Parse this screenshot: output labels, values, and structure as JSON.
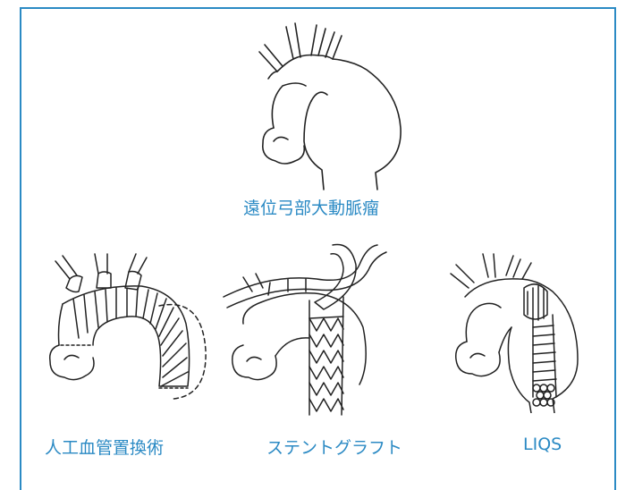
{
  "figure": {
    "top": {
      "caption": "遠位弓部大動脈瘤"
    },
    "bottom": [
      {
        "caption": "人工血管置換術"
      },
      {
        "caption": "ステントグラフト"
      },
      {
        "caption": "LIQS"
      }
    ]
  },
  "colors": {
    "frame": "#2b8ac4",
    "caption": "#2b8ac4",
    "line": "#222222"
  }
}
